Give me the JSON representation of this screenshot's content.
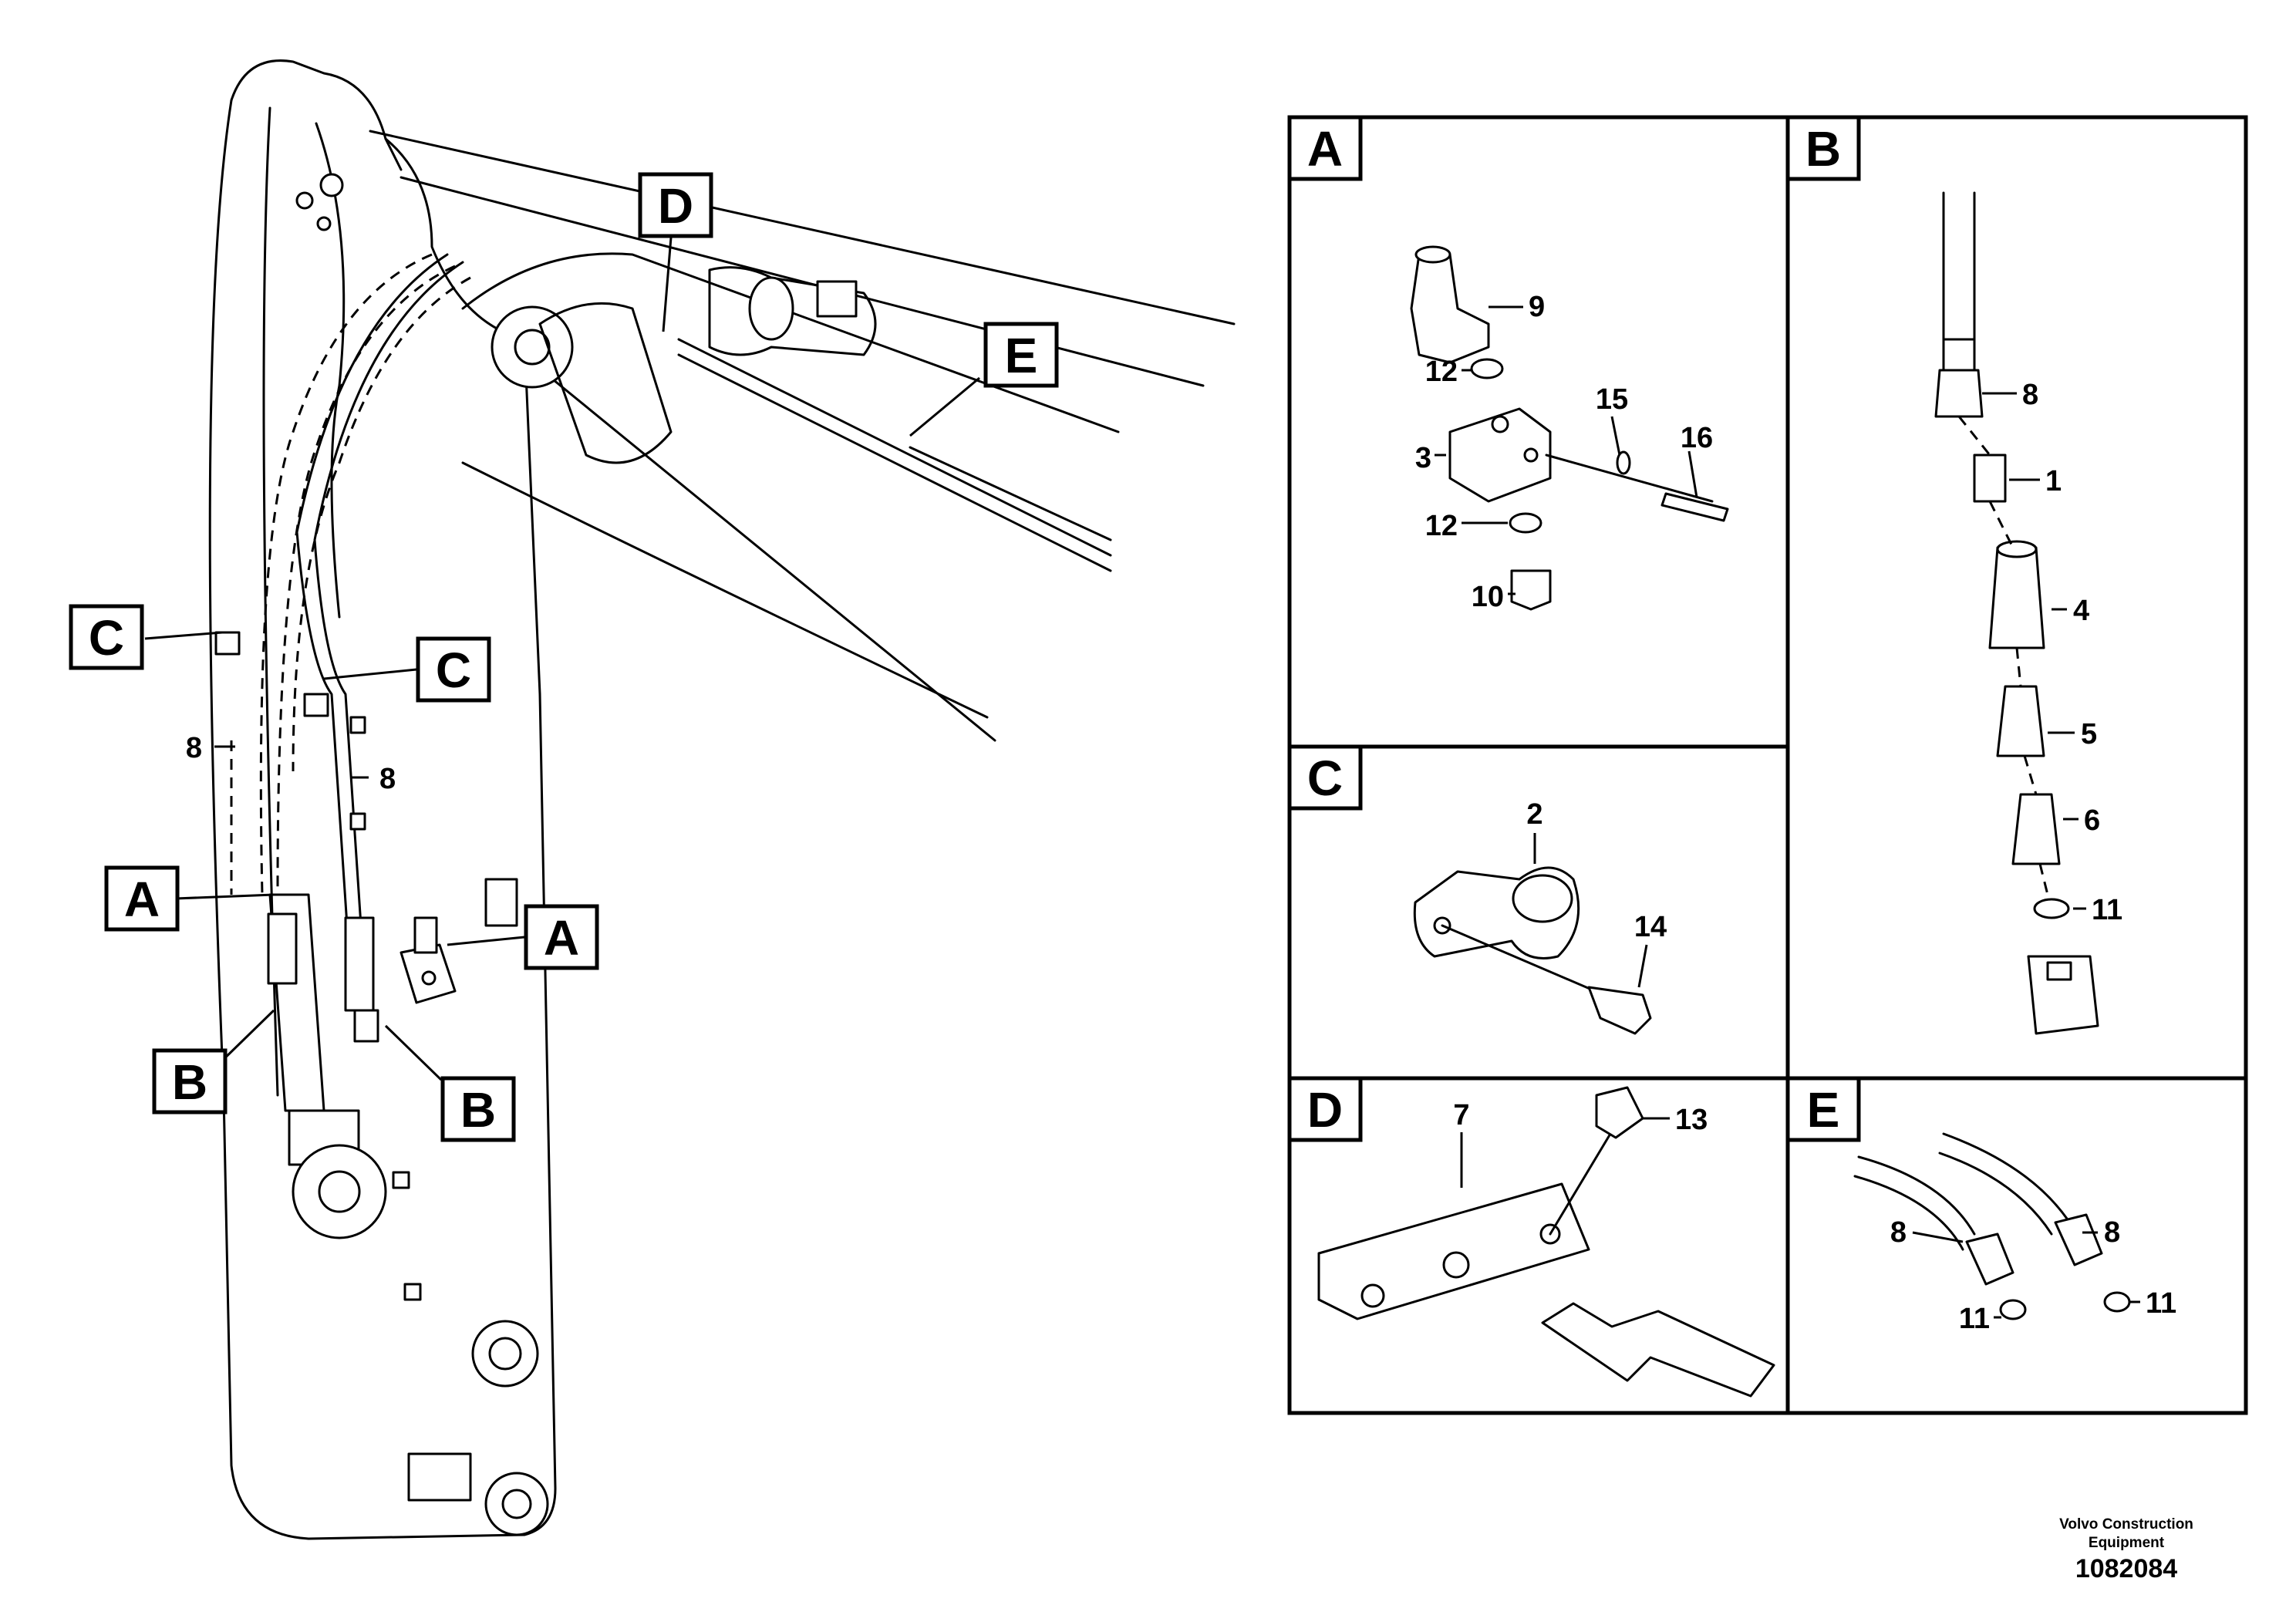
{
  "boom_labels": {
    "A": "A",
    "B": "B",
    "C": "C",
    "D": "D",
    "E": "E",
    "hose": "8"
  },
  "panels": {
    "A": {
      "title": "A",
      "parts": [
        "9",
        "12",
        "15",
        "16",
        "3",
        "12",
        "10"
      ]
    },
    "B": {
      "title": "B",
      "parts": [
        "8",
        "1",
        "4",
        "5",
        "6",
        "11"
      ]
    },
    "C": {
      "title": "C",
      "parts": [
        "2",
        "14"
      ]
    },
    "D": {
      "title": "D",
      "parts": [
        "7",
        "13"
      ]
    },
    "E": {
      "title": "E",
      "parts": [
        "8",
        "8",
        "11",
        "11"
      ]
    }
  },
  "footer": {
    "company": "Volvo Construction Equipment",
    "figure_number": "1082084"
  }
}
